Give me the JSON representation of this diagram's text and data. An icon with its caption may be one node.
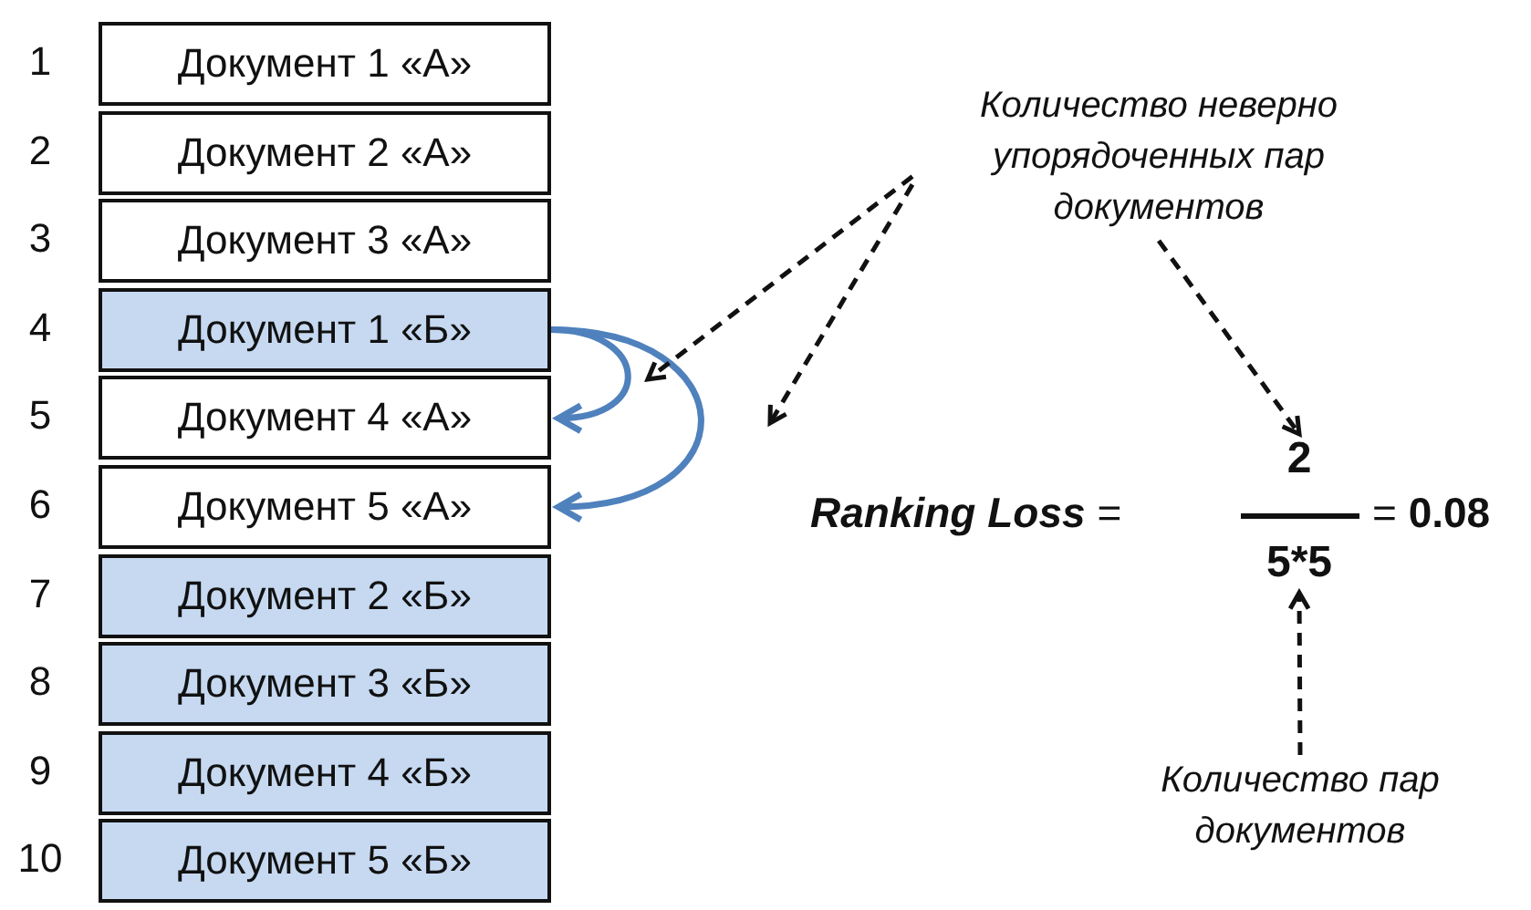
{
  "diagram": {
    "nodes": [
      {
        "text": [
          "Документ 1 «А»"
        ],
        "beside": [
          "1"
        ]
      },
      {
        "text": [
          "Документ 2 «А»"
        ],
        "beside": [
          "2"
        ]
      },
      {
        "text": [
          "Документ 3 «А»"
        ],
        "beside": [
          "3"
        ]
      },
      {
        "text": [
          "Документ 1 «Б»"
        ],
        "beside": [
          "4"
        ]
      },
      {
        "text": [
          "Документ 4 «А»"
        ],
        "beside": [
          "5"
        ]
      },
      {
        "text": [
          "Документ 5 «А»"
        ],
        "beside": [
          "6"
        ]
      },
      {
        "text": [
          "Документ 2 «Б»"
        ],
        "beside": [
          "7"
        ]
      },
      {
        "text": [
          "Документ 3 «Б»"
        ],
        "beside": [
          "8"
        ]
      },
      {
        "text": [
          "Документ 4 «Б»"
        ],
        "beside": [
          "9"
        ]
      },
      {
        "text": [
          "Документ 5 «Б»"
        ],
        "beside": [
          "10"
        ]
      },
      {
        "text": [
          "Количество неверно упорядоченных пар документов"
        ]
      },
      {
        "text": [
          "2"
        ]
      },
      {
        "text": [
          "5*5"
        ]
      },
      {
        "text": [
          "Количество пар документов"
        ]
      }
    ],
    "edges": [
      {
        "from": 3,
        "to": 4,
        "arrow": "to",
        "color": "#4f81bd"
      },
      {
        "from": 3,
        "to": 5,
        "arrow": "to",
        "color": "#4f81bd"
      },
      {
        "from": 10,
        "to": null,
        "arrow": "to",
        "style": "dashed"
      },
      {
        "from": 10,
        "to": null,
        "arrow": "to",
        "style": "dashed"
      },
      {
        "from": 10,
        "to": 11,
        "arrow": "to",
        "style": "dashed"
      },
      {
        "from": 13,
        "to": 12,
        "arrow": "to",
        "style": "dashed"
      }
    ],
    "labels": [
      "**Ranking Loss** =",
      "= **0.08**"
    ]
  }
}
